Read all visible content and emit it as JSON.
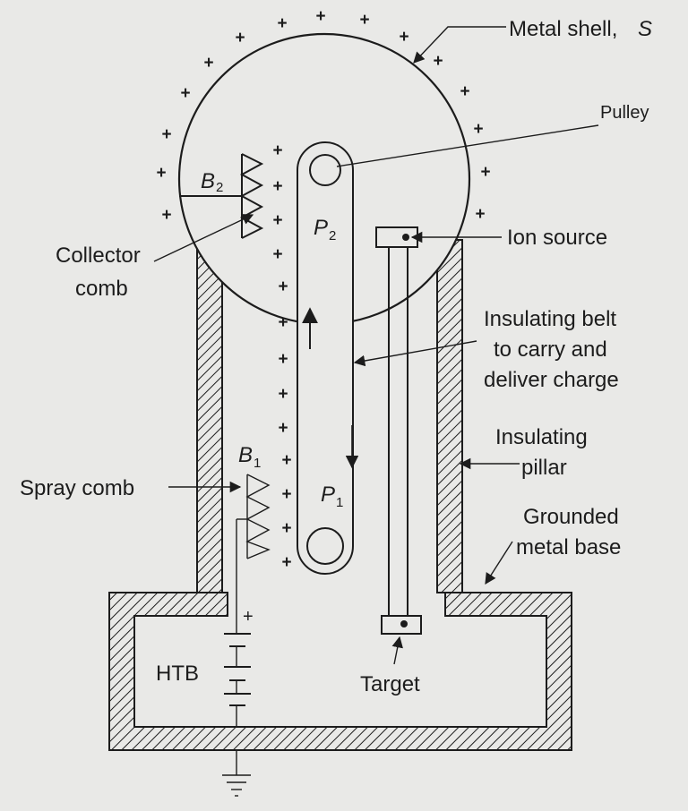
{
  "labels": {
    "metal_shell": "Metal shell,",
    "metal_shell_s": "S",
    "pulley": "Pulley",
    "ion_source": "Ion source",
    "collector_comb_1": "Collector",
    "collector_comb_2": "comb",
    "insulating_belt_1": "Insulating belt",
    "insulating_belt_2": "to carry and",
    "insulating_belt_3": "deliver charge",
    "insulating_pillar_1": "Insulating",
    "insulating_pillar_2": "pillar",
    "spray_comb": "Spray comb",
    "grounded_base_1": "Grounded",
    "grounded_base_2": "metal base",
    "htb": "HTB",
    "target": "Target",
    "b2": "B",
    "b2_sub": "2",
    "b1": "B",
    "b1_sub": "1",
    "p2": "P",
    "p2_sub": "2",
    "p1": "P",
    "p1_sub": "1",
    "battery_plus": "+"
  },
  "charge_symbol": "+",
  "colors": {
    "ink": "#1c1c1c",
    "paper": "#e9e9e7"
  }
}
